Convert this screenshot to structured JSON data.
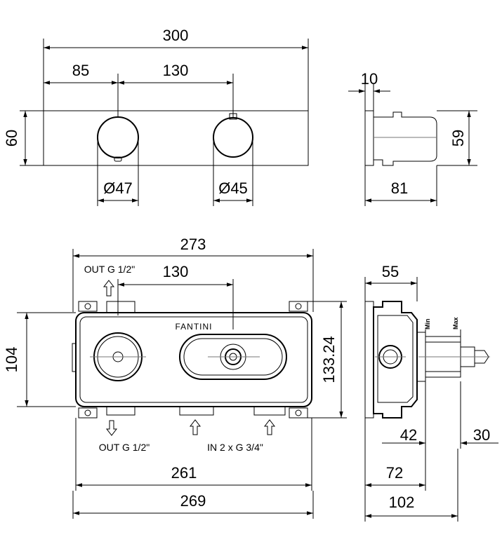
{
  "dims": {
    "top_width": "300",
    "top_left_offset": "85",
    "top_spacing": "130",
    "top_height": "60",
    "knob_left_dia": "Ø47",
    "knob_right_dia": "Ø45",
    "side_top": "10",
    "side_height": "59",
    "side_depth": "81",
    "body_width": "273",
    "body_spacing": "130",
    "body_height": "104",
    "body_outer_height": "133.24",
    "body_inner_width": "261",
    "body_outer_width": "269",
    "body_side_55": "55",
    "body_side_42": "42",
    "body_side_30": "30",
    "body_side_72": "72",
    "body_side_102": "102"
  },
  "labels": {
    "out_top": "OUT G 1/2\"",
    "out_bottom": "OUT G 1/2\"",
    "in_bottom": "IN 2 x G 3/4\"",
    "brand": "FANTINI",
    "min": "Min",
    "max": "Max"
  }
}
